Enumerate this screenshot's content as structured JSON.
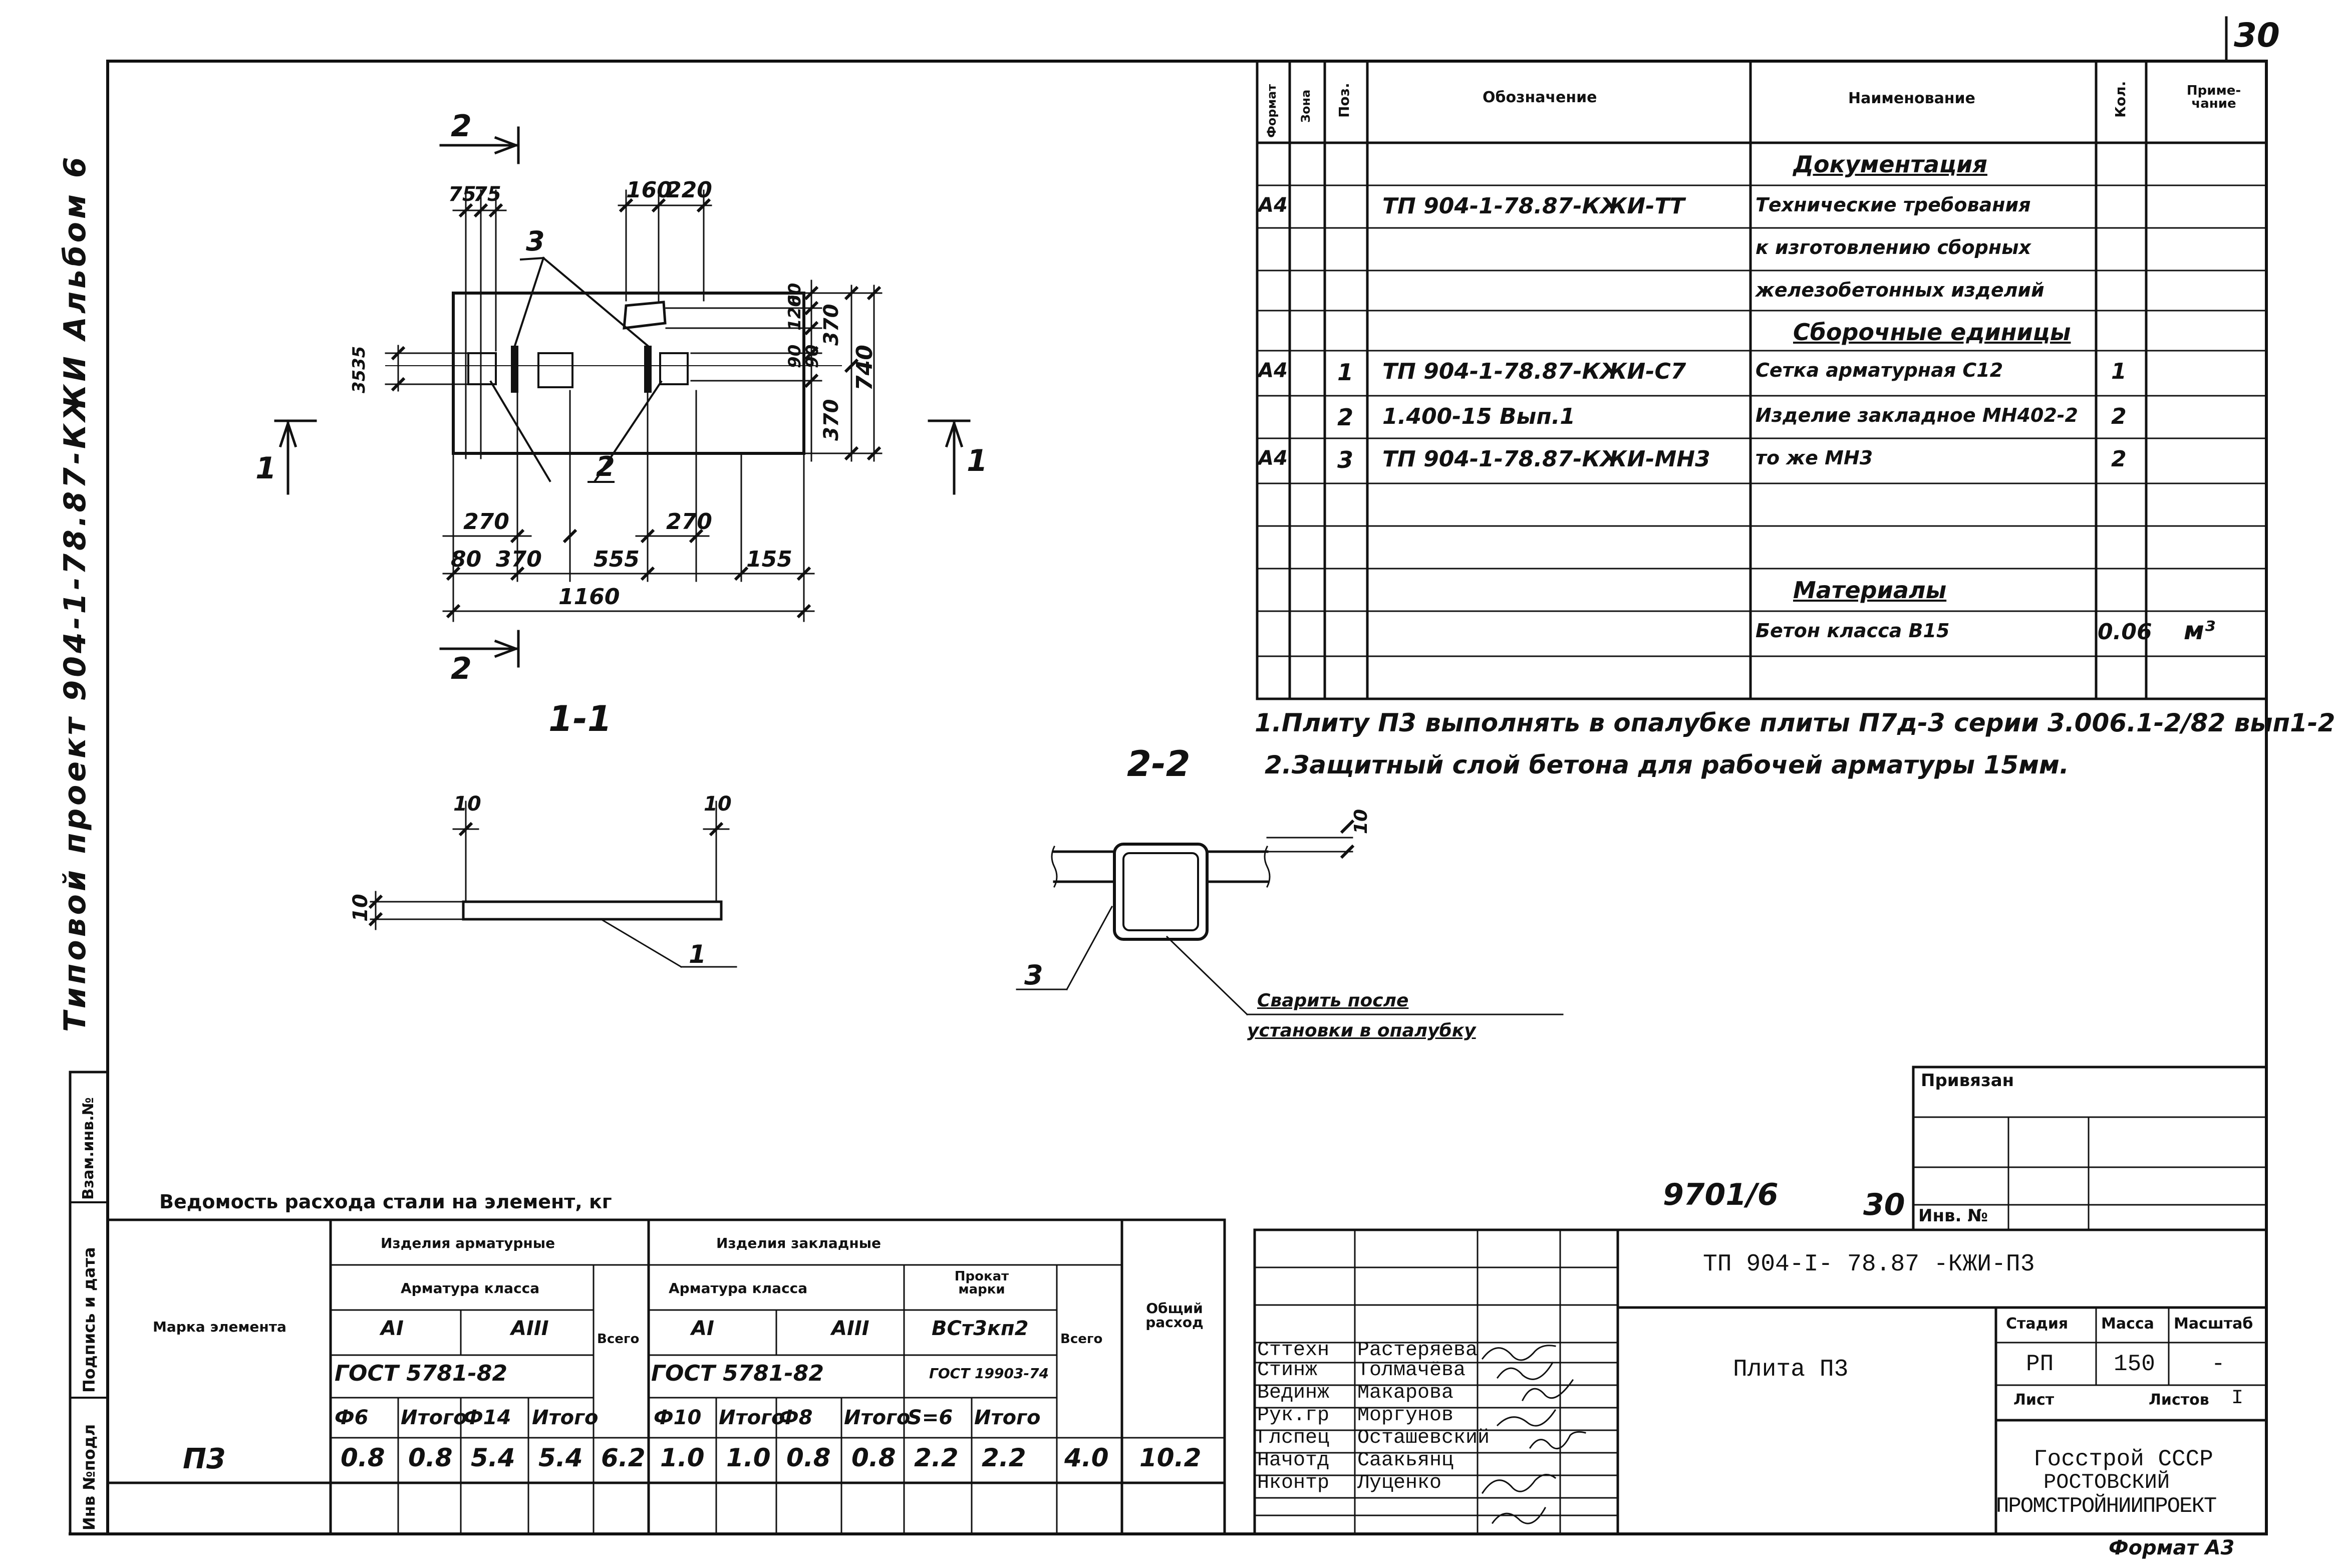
{
  "page_number": "30",
  "side_title": "Типовой проект 904-1-78.87-КЖИ Альбом 6",
  "side_stamps": [
    "Инв №подл",
    "Подпись и дата",
    "Взам.инв.№"
  ],
  "plan": {
    "section_mark_2": "2",
    "section_mark_1": "1",
    "leader_3": "3",
    "leader_2": "2",
    "dims": {
      "top_75a": "75",
      "top_75b": "75",
      "top_160": "160",
      "top_220": "220",
      "r_60": "60",
      "r_120": "120",
      "r_90a": "90",
      "r_90b": "90",
      "r_370a": "370",
      "r_370b": "370",
      "r_740": "740",
      "l_35a": "35",
      "l_35b": "35",
      "b_270a": "270",
      "b_270b": "270",
      "b_80": "80",
      "b_370": "370",
      "b_555": "555",
      "b_155": "155",
      "b_1160": "1160"
    }
  },
  "section_1": {
    "title": "1-1",
    "dim_10a": "10",
    "dim_10b": "10",
    "dim_10c": "10",
    "leader": "1"
  },
  "section_2": {
    "title": "2-2",
    "dim_10": "10",
    "leader": "3",
    "note_line1": "Сварить после",
    "note_line2": "установки в опалубку"
  },
  "spec": {
    "headers": [
      "Формат",
      "Зона",
      "Поз.",
      "Обозначение",
      "Наименование",
      "Кол.",
      "Приме-чание"
    ],
    "rows": [
      {
        "format": "",
        "pos": "",
        "designation": "",
        "name": "Документация",
        "qty": "",
        "note": "",
        "heading": true
      },
      {
        "format": "А4",
        "pos": "",
        "designation": "ТП 904-1-78.87-КЖИ-ТТ",
        "name": "Технические требования",
        "qty": "",
        "note": ""
      },
      {
        "format": "",
        "pos": "",
        "designation": "",
        "name": "к изготовлению сборных",
        "qty": "",
        "note": ""
      },
      {
        "format": "",
        "pos": "",
        "designation": "",
        "name": "железобетонных изделий",
        "qty": "",
        "note": ""
      },
      {
        "format": "",
        "pos": "",
        "designation": "",
        "name": "Сборочные единицы",
        "qty": "",
        "note": "",
        "heading": true
      },
      {
        "format": "А4",
        "pos": "1",
        "designation": "ТП 904-1-78.87-КЖИ-С7",
        "name": "Сетка арматурная С12",
        "qty": "1",
        "note": ""
      },
      {
        "format": "",
        "pos": "2",
        "designation": "1.400-15 Вып.1",
        "name": "Изделие закладное МН402-2",
        "qty": "2",
        "note": ""
      },
      {
        "format": "А4",
        "pos": "3",
        "designation": "ТП 904-1-78.87-КЖИ-МН3",
        "name": "то же             МН3",
        "qty": "2",
        "note": ""
      },
      {
        "format": "",
        "pos": "",
        "designation": "",
        "name": "",
        "qty": "",
        "note": ""
      },
      {
        "format": "",
        "pos": "",
        "designation": "",
        "name": "",
        "qty": "",
        "note": ""
      },
      {
        "format": "",
        "pos": "",
        "designation": "",
        "name": "Материалы",
        "qty": "",
        "note": "",
        "heading": true
      },
      {
        "format": "",
        "pos": "",
        "designation": "",
        "name": "Бетон класса В15",
        "qty": "0.06",
        "note": "м³"
      },
      {
        "format": "",
        "pos": "",
        "designation": "",
        "name": "",
        "qty": "",
        "note": ""
      }
    ]
  },
  "notes": [
    "1.Плиту П3 выполнять в опалубке плиты П7д-3 серии 3.006.1-2/82 вып1-2",
    "2.Защитный слой бетона для рабочей арматуры 15мм."
  ],
  "steel": {
    "title": "Ведомость расхода стали на элемент, кг",
    "h_mark": "Марка элемента",
    "h_arm": "Изделия арматурные",
    "h_arm_class": "Арматура класса",
    "h_a1": "АI",
    "h_a3": "АIII",
    "h_total": "Всего",
    "h_emb": "Изделия закладные",
    "h_emb_class": "Арматура класса",
    "h_emb_a1": "АI",
    "h_emb_a3": "АIII",
    "h_prokat": "Прокат марки",
    "h_vst": "ВСт3кп2",
    "h_total2": "Всего",
    "h_overall": "Общий расход",
    "h_gost1": "ГОСТ 5781-82",
    "h_gost2": "ГОСТ 5781-82",
    "h_gost3": "ГОСТ 19903-74",
    "h_sub": [
      "Ф6",
      "Итого",
      "Ф14",
      "Итого",
      "Ф10",
      "Итого",
      "Ф8",
      "Итого",
      "S=6",
      "Итого"
    ],
    "row": {
      "mark": "П3",
      "vals": [
        "0.8",
        "0.8",
        "5.4",
        "5.4",
        "6.2",
        "1.0",
        "1.0",
        "0.8",
        "0.8",
        "2.2",
        "2.2",
        "4.0",
        "10.2"
      ]
    }
  },
  "stamp": {
    "archive_no": "9701/6",
    "sheet_no": "30",
    "privyazan": "Привязан",
    "inv_no": "Инв. №",
    "designation": "ТП 904-I- 78.87 -КЖИ-П3",
    "name": "Плита П3",
    "stage_h": "Стадия",
    "mass_h": "Масса",
    "scale_h": "Масштаб",
    "stage": "РП",
    "mass": "150",
    "scale": "-",
    "list_h": "Лист",
    "lists_h": "Листов",
    "lists": "I",
    "org1": "Госстрой СССР",
    "org2": "РОСТОВСКИЙ",
    "org3": "ПРОМСТРОЙНИИПРОЕКТ",
    "format": "Формат А3",
    "staff": [
      {
        "role": "Сттехн",
        "name": "Растеряева"
      },
      {
        "role": "Стинж",
        "name": "Толмачёва"
      },
      {
        "role": "Вединж",
        "name": "Макарова"
      },
      {
        "role": "Рук.гр",
        "name": "Моргунов"
      },
      {
        "role": "Глспец",
        "name": "Осташевский"
      },
      {
        "role": "Начотд",
        "name": "Саакьянц"
      },
      {
        "role": "Нконтр",
        "name": "Луценко"
      }
    ]
  }
}
